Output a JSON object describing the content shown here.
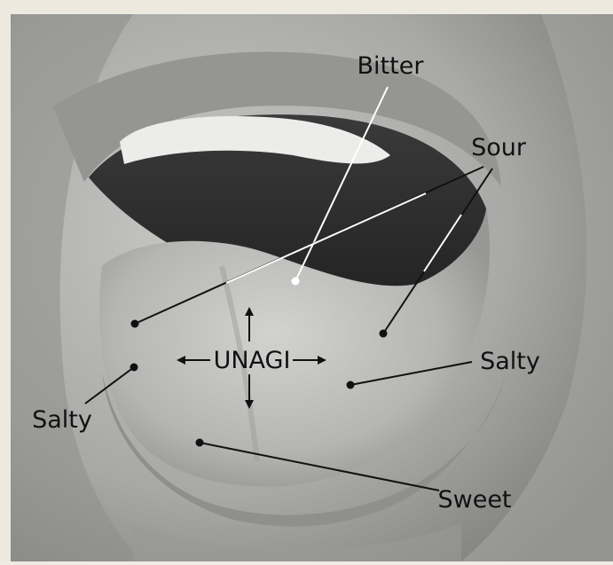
{
  "diagram": {
    "labels": {
      "bitter": "Bitter",
      "sour": "Sour",
      "salty_right": "Salty",
      "salty_left": "Salty",
      "sweet": "Sweet",
      "center": "UNAGI"
    }
  }
}
